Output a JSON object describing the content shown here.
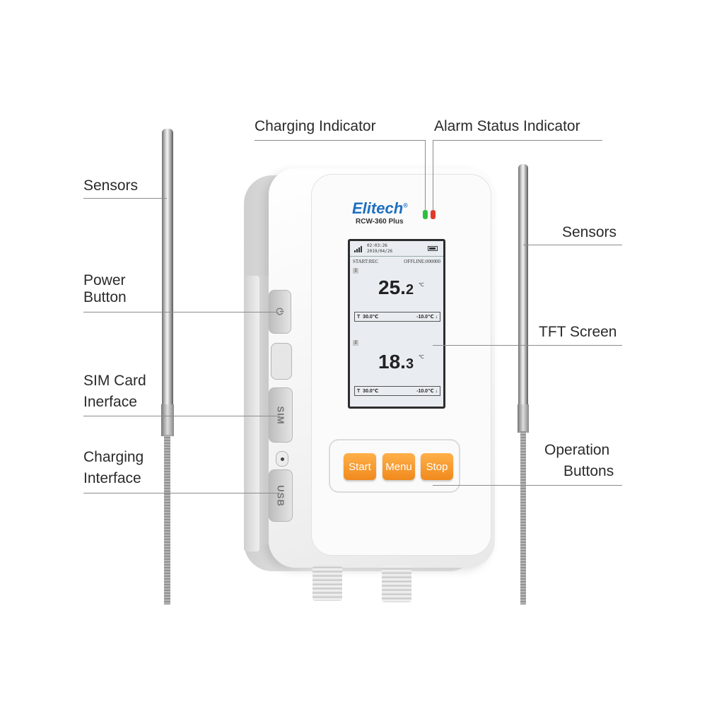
{
  "labels": {
    "charging_indicator": "Charging Indicator",
    "alarm_status_indicator": "Alarm Status Indicator",
    "sensors_left": "Sensors",
    "sensors_right": "Sensors",
    "power_button_l1": "Power",
    "power_button_l2": "Button",
    "tft_screen": "TFT Screen",
    "sim_card_l1": "SIM Card",
    "sim_card_l2": "Inerface",
    "charging_interface_l1": "Charging",
    "charging_interface_l2": "Interface",
    "operation_buttons_l1": "Operation",
    "operation_buttons_l2": "Buttons"
  },
  "device": {
    "brand": "Elitech",
    "registered_mark": "®",
    "model": "RCW-360 Plus",
    "side_buttons": {
      "power_symbol": "⏻",
      "sim": "SIM",
      "usb": "USB"
    },
    "led_colors": {
      "charging": "#2fbf3c",
      "alarm": "#e23a2a"
    }
  },
  "screen": {
    "date": "02:03:26",
    "time_line": "2019/04/26",
    "status": "START:REC",
    "offline": "OFFLINE:000000",
    "channels": [
      {
        "num": "1",
        "temp_int": "25.",
        "temp_dec": "2",
        "unit": "℃",
        "upper": "30.0℃",
        "lower": "-10.0℃"
      },
      {
        "num": "2",
        "temp_int": "18.",
        "temp_dec": "3",
        "unit": "℃",
        "upper": "30.0℃",
        "lower": "-10.0℃"
      }
    ]
  },
  "buttons": {
    "start": "Start",
    "menu": "Menu",
    "stop": "Stop"
  },
  "colors": {
    "accent_orange": "#f39427",
    "brand_blue": "#1e6fc1",
    "leader_line": "#8c8c8c"
  }
}
